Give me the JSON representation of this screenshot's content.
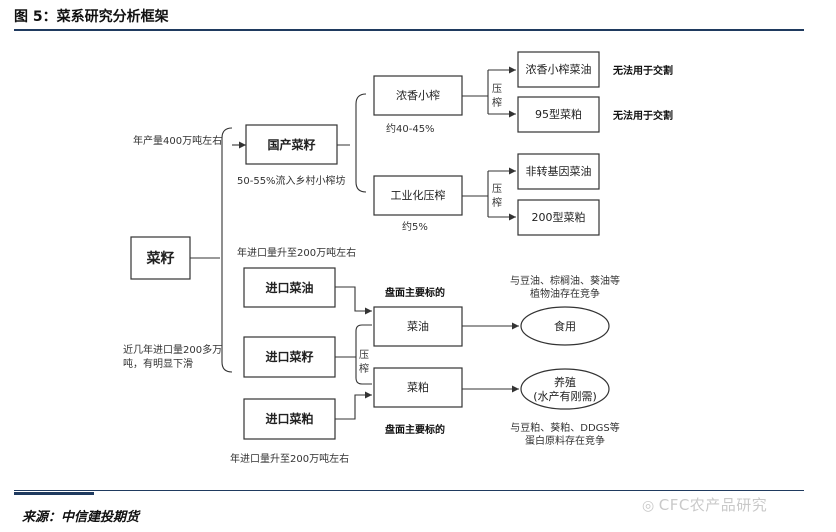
{
  "title": "图 5：菜系研究分析框架",
  "source": "来源：中信建投期货",
  "watermark": "CFC农产品研究",
  "nodes": {
    "caizi": "菜籽",
    "guochan": "国产菜籽",
    "jinkou_caiyou": "进口菜油",
    "jinkou_caizi": "进口菜籽",
    "jinkou_caipo": "进口菜粕",
    "nongxiang": "浓香小榨",
    "gongye": "工业化压榨",
    "nx_caiyou": "浓香小榨菜油",
    "caipo95": "95型菜粕",
    "fzj_caiyou": "非转基因菜油",
    "caipo200": "200型菜粕",
    "caiyou": "菜油",
    "caipo": "菜粕",
    "shiyong": "食用",
    "yangzhi": "养殖",
    "yangzhi_sub": "(水产有刚需)"
  },
  "labels": {
    "annual_output": "年产量400万吨左右",
    "flow_rural": "50-55%流入乡村小榨坊",
    "pct_nx": "约40-45%",
    "pct_gy": "约5%",
    "import_rise": "年进口量升至200万吨左右",
    "import_decline_1": "近几年进口量200多万",
    "import_decline_2": "吨，有明显下滑",
    "import_rise_2": "年进口量升至200万吨左右",
    "no_delivery_1": "无法用于交割",
    "no_delivery_2": "无法用于交割",
    "press_1": "压",
    "press_1b": "榨",
    "press_2": "压",
    "press_2b": "榨",
    "press_3": "压",
    "press_3b": "榨",
    "pan_1": "盘面主要标的",
    "pan_2": "盘面主要标的",
    "compete_oil_1": "与豆油、棕榈油、葵油等",
    "compete_oil_2": "植物油存在竞争",
    "compete_meal_1": "与豆粕、葵粕、DDGS等",
    "compete_meal_2": "蛋白原料存在竞争"
  }
}
